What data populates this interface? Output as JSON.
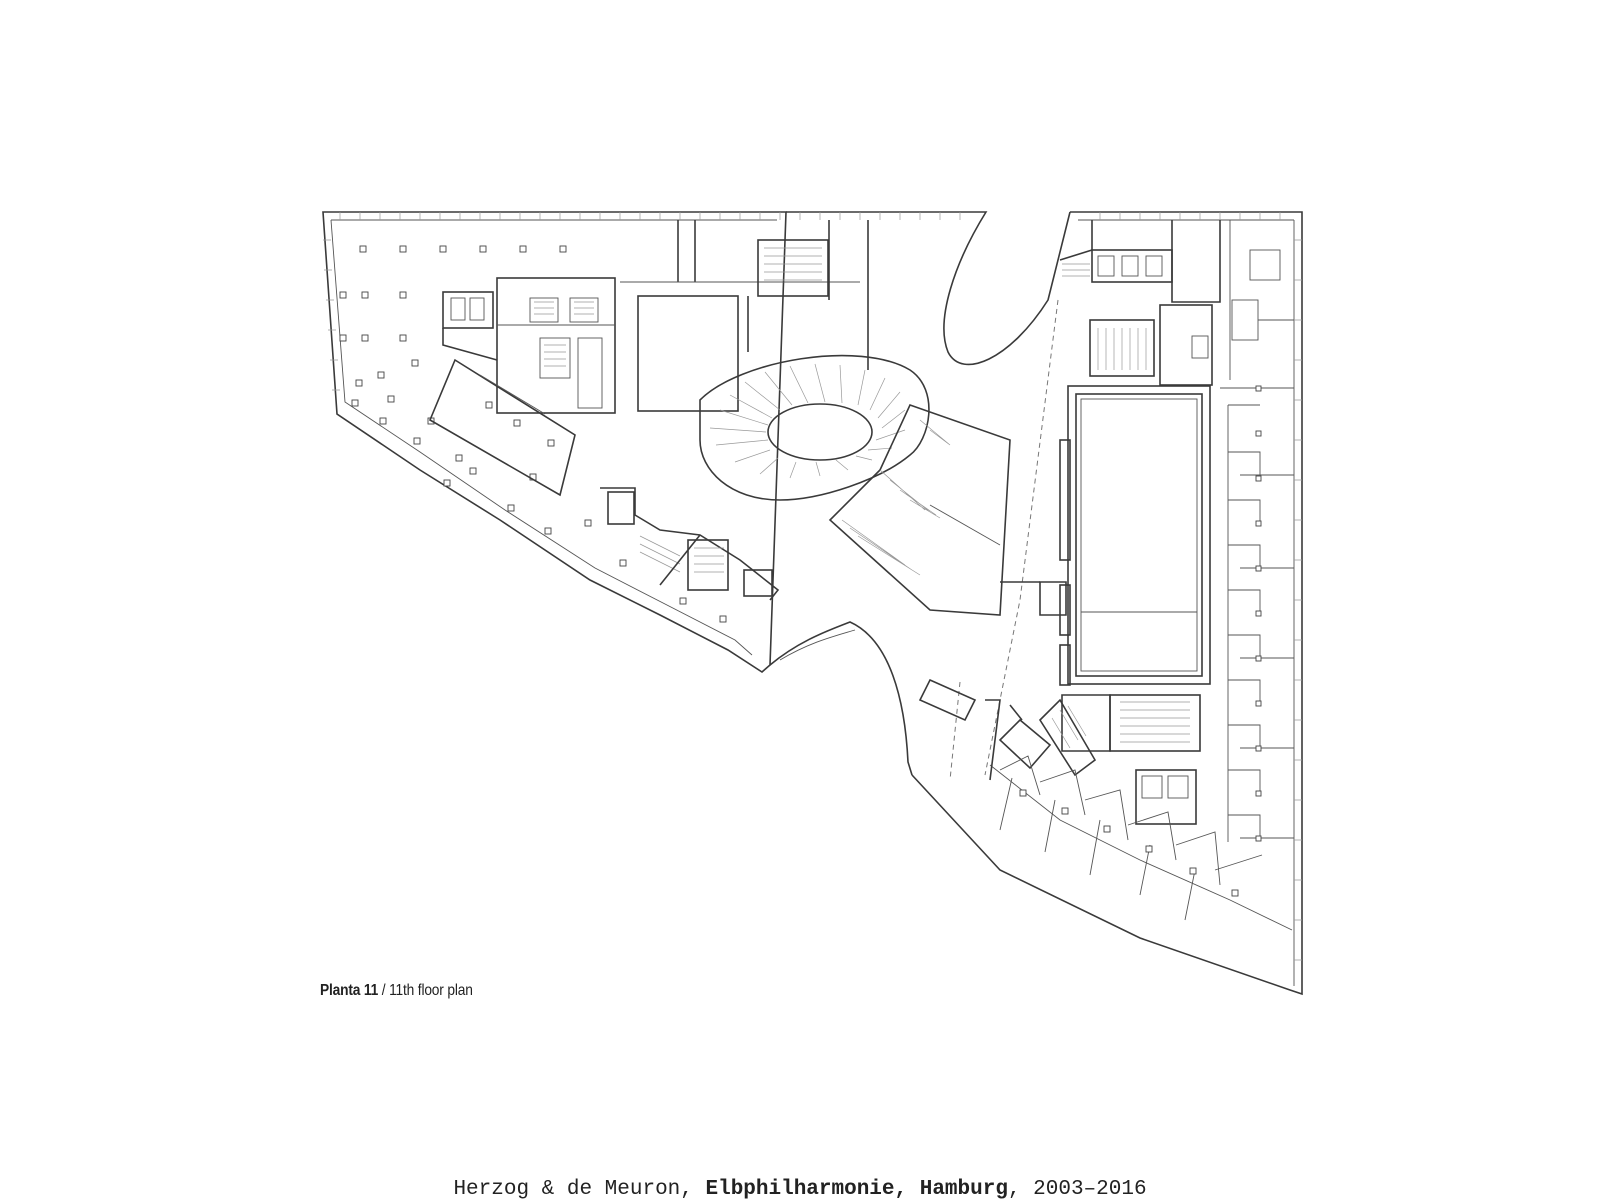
{
  "plan_label": {
    "bold": "Planta 11",
    "rest": " / 11th floor plan"
  },
  "caption": {
    "architect": "Herzog & de Meuron, ",
    "title": "Elbphilharmonie, Hamburg",
    "years": ", 2003–2016"
  }
}
